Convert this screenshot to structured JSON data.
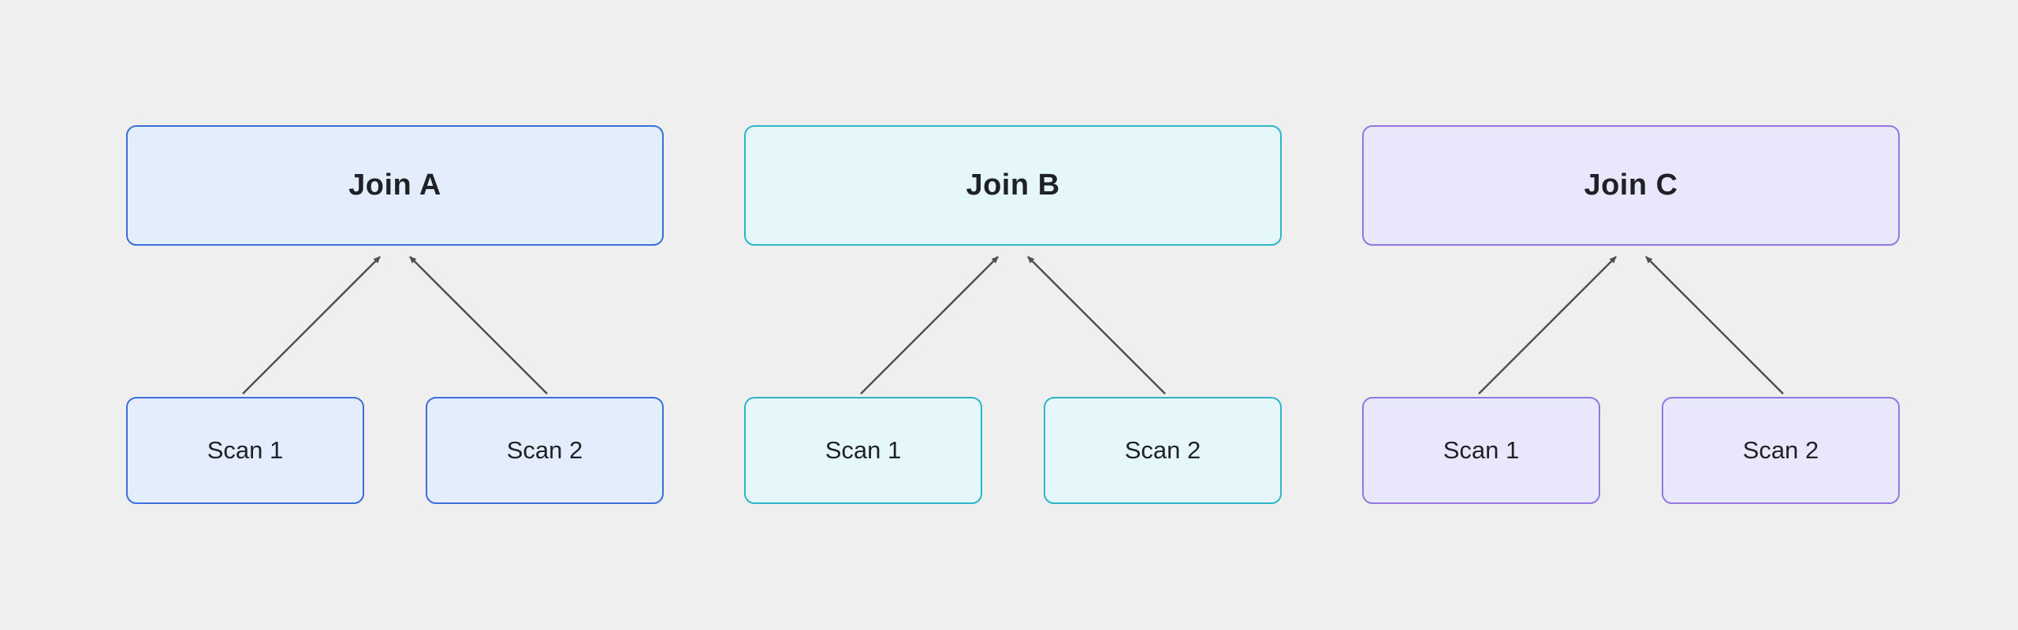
{
  "background": "#efefef",
  "arrow_color": "#4d4f53",
  "groups": [
    {
      "join_label": "Join A",
      "scan1_label": "Scan 1",
      "scan2_label": "Scan 2",
      "border": "#3b6fd8",
      "fill": "#e4edfb"
    },
    {
      "join_label": "Join B",
      "scan1_label": "Scan 1",
      "scan2_label": "Scan 2",
      "border": "#2cb5c8",
      "fill": "#e6f7fb"
    },
    {
      "join_label": "Join C",
      "scan1_label": "Scan 1",
      "scan2_label": "Scan 2",
      "border": "#9277e0",
      "fill": "#e9e7fb"
    }
  ]
}
